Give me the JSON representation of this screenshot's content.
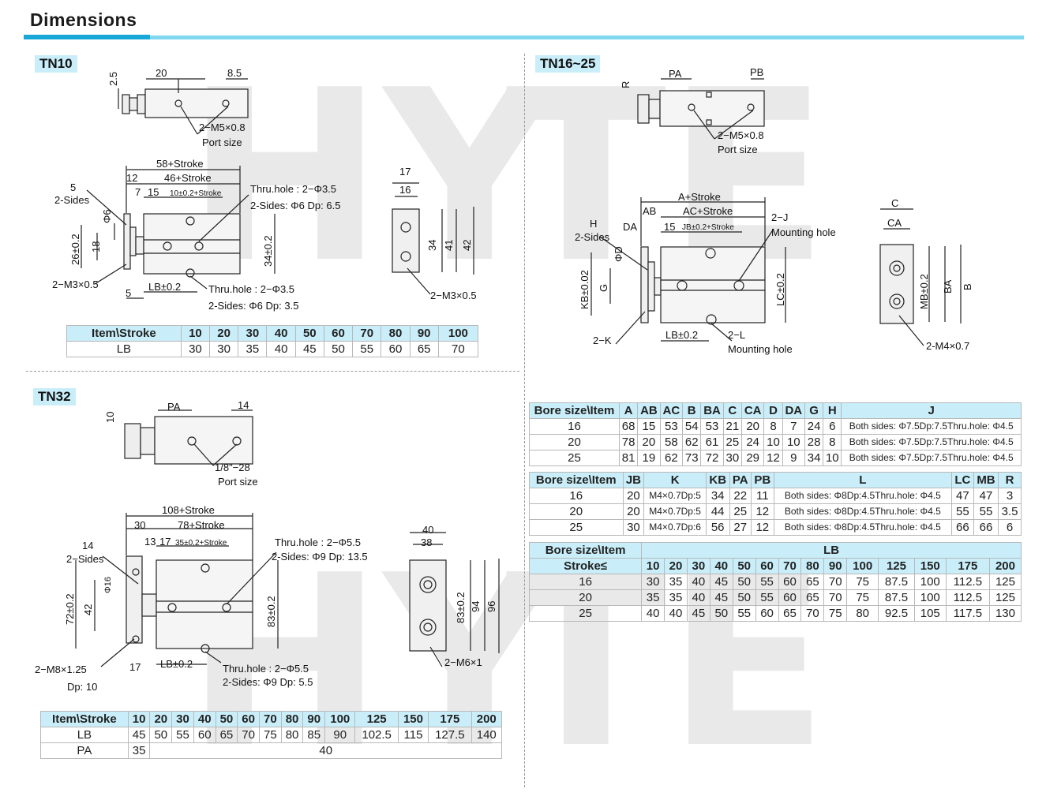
{
  "header": {
    "title": "Dimensions"
  },
  "watermark": {
    "text1": "HY",
    "text2": "TE",
    "text3": "HY",
    "text4": "TE"
  },
  "tn10": {
    "label": "TN10",
    "dims": {
      "d2_5": "2.5",
      "d20": "20",
      "d8_5": "8.5",
      "port_thread": "2−M5×0.8",
      "port_size": "Port size",
      "len58": "58+Stroke",
      "len46": "46+Stroke",
      "d12": "12",
      "d7": "7",
      "d15": "15",
      "d10s": "10±0.2+Stroke",
      "d5": "5",
      "sides2": "2-Sides",
      "phi6": "Φ6",
      "d26": "26±0.2",
      "d18": "18",
      "d34": "34±0.2",
      "m3": "2−M3×0.5",
      "d5b": "5",
      "lb": "LB±0.2",
      "thru1": "Thru.hole : 2−Φ3.5",
      "sides_dp1": "2-Sides: Φ6 Dp: 6.5",
      "thru2": "Thru.hole : 2−Φ3.5",
      "sides_dp2": "2-Sides: Φ6 Dp: 3.5",
      "e17": "17",
      "e16": "16",
      "e34": "34",
      "e41": "41",
      "e42": "42",
      "em3": "2−M3×0.5"
    },
    "table": {
      "head": [
        "Item\\Stroke",
        "10",
        "20",
        "30",
        "40",
        "50",
        "60",
        "70",
        "80",
        "90",
        "100"
      ],
      "rows": [
        [
          "LB",
          "30",
          "30",
          "35",
          "40",
          "45",
          "50",
          "55",
          "60",
          "65",
          "70"
        ]
      ]
    }
  },
  "tn32": {
    "label": "TN32",
    "dims": {
      "d10": "10",
      "pa": "PA",
      "d14": "14",
      "port_thread": "1/8\"−28",
      "port_size": "Port size",
      "len108": "108+Stroke",
      "d30": "30",
      "len78": "78+Stroke",
      "d13": "13",
      "d17": "17",
      "d35s": "35±0.2+Stroke",
      "d14b": "14",
      "sides2": "2−Sides",
      "phi16": "Φ16",
      "d72": "72±0.2",
      "d42": "42",
      "d83": "83±0.2",
      "thru1": "Thru.hole : 2−Φ5.5",
      "sides_dp1": "2-Sides: Φ9 Dp: 13.5",
      "m8": "2−M8×1.25",
      "dp10": "Dp: 10",
      "d17b": "17",
      "lb": "LB±0.2",
      "thru2": "Thru.hole : 2−Φ5.5",
      "sides_dp2": "2-Sides: Φ9 Dp: 5.5",
      "e40": "40",
      "e38": "38",
      "e83": "83±0.2",
      "e94": "94",
      "e96": "96",
      "em6": "2−M6×1"
    },
    "table": {
      "head": [
        "Item\\Stroke",
        "10",
        "20",
        "30",
        "40",
        "50",
        "60",
        "70",
        "80",
        "90",
        "100",
        "125",
        "150",
        "175",
        "200"
      ],
      "rows": [
        [
          "LB",
          "45",
          "50",
          "55",
          "60",
          "65",
          "70",
          "75",
          "80",
          "85",
          "90",
          "102.5",
          "115",
          "127.5",
          "140"
        ]
      ],
      "pa_row": [
        "PA",
        "35",
        "40"
      ]
    }
  },
  "tn16": {
    "label": "TN16~25",
    "dims": {
      "r": "R",
      "pa": "PA",
      "pb": "PB",
      "port_thread": "2−M5×0.8",
      "port_size": "Port size",
      "aps": "A+Stroke",
      "ab": "AB",
      "acs": "AC+Stroke",
      "da": "DA",
      "d15": "15",
      "jbs": "JB±0.2+Stroke",
      "h": "H",
      "sides2": "2-Sides",
      "phid": "ΦD",
      "kb": "KB±0.02",
      "g": "G",
      "lc": "LC±0.2",
      "j2": "2−J",
      "mount1": "Mounting hole",
      "k2": "2−K",
      "lb": "LB±0.2",
      "l2": "2−L",
      "mount2": "Mounting hole",
      "c": "C",
      "ca": "CA",
      "mb": "MB±0.2",
      "ba": "BA",
      "b": "B",
      "m4": "2-M4×0.7"
    },
    "table1": {
      "head": [
        "Bore size\\Item",
        "A",
        "AB",
        "AC",
        "B",
        "BA",
        "C",
        "CA",
        "D",
        "DA",
        "G",
        "H",
        "J"
      ],
      "rows": [
        [
          "16",
          "68",
          "15",
          "53",
          "54",
          "53",
          "21",
          "20",
          "8",
          "7",
          "24",
          "6",
          "Both sides: Φ7.5Dp:7.5Thru.hole: Φ4.5"
        ],
        [
          "20",
          "78",
          "20",
          "58",
          "62",
          "61",
          "25",
          "24",
          "10",
          "10",
          "28",
          "8",
          "Both sides: Φ7.5Dp:7.5Thru.hole: Φ4.5"
        ],
        [
          "25",
          "81",
          "19",
          "62",
          "73",
          "72",
          "30",
          "29",
          "12",
          "9",
          "34",
          "10",
          "Both sides: Φ7.5Dp:7.5Thru.hole: Φ4.5"
        ]
      ]
    },
    "table2": {
      "head": [
        "Bore size\\Item",
        "JB",
        "K",
        "KB",
        "PA",
        "PB",
        "L",
        "LC",
        "MB",
        "R"
      ],
      "rows": [
        [
          "16",
          "20",
          "M4×0.7Dp:5",
          "34",
          "22",
          "11",
          "Both sides: Φ8Dp:4.5Thru.hole: Φ4.5",
          "47",
          "47",
          "3"
        ],
        [
          "20",
          "20",
          "M4×0.7Dp:5",
          "44",
          "25",
          "12",
          "Both sides: Φ8Dp:4.5Thru.hole: Φ4.5",
          "55",
          "55",
          "3.5"
        ],
        [
          "25",
          "30",
          "M4×0.7Dp:6",
          "56",
          "27",
          "12",
          "Both sides: Φ8Dp:4.5Thru.hole: Φ4.5",
          "66",
          "66",
          "6"
        ]
      ]
    },
    "table3": {
      "head1": [
        "Bore size\\Item",
        "LB"
      ],
      "head2": [
        "Stroke≤",
        "10",
        "20",
        "30",
        "40",
        "50",
        "60",
        "70",
        "80",
        "90",
        "100",
        "125",
        "150",
        "175",
        "200"
      ],
      "rows": [
        [
          "16",
          "30",
          "35",
          "40",
          "45",
          "50",
          "55",
          "60",
          "65",
          "70",
          "75",
          "87.5",
          "100",
          "112.5",
          "125"
        ],
        [
          "20",
          "35",
          "35",
          "40",
          "45",
          "50",
          "55",
          "60",
          "65",
          "70",
          "75",
          "87.5",
          "100",
          "112.5",
          "125"
        ],
        [
          "25",
          "40",
          "40",
          "45",
          "50",
          "55",
          "60",
          "65",
          "70",
          "75",
          "80",
          "92.5",
          "105",
          "117.5",
          "130"
        ]
      ]
    }
  }
}
